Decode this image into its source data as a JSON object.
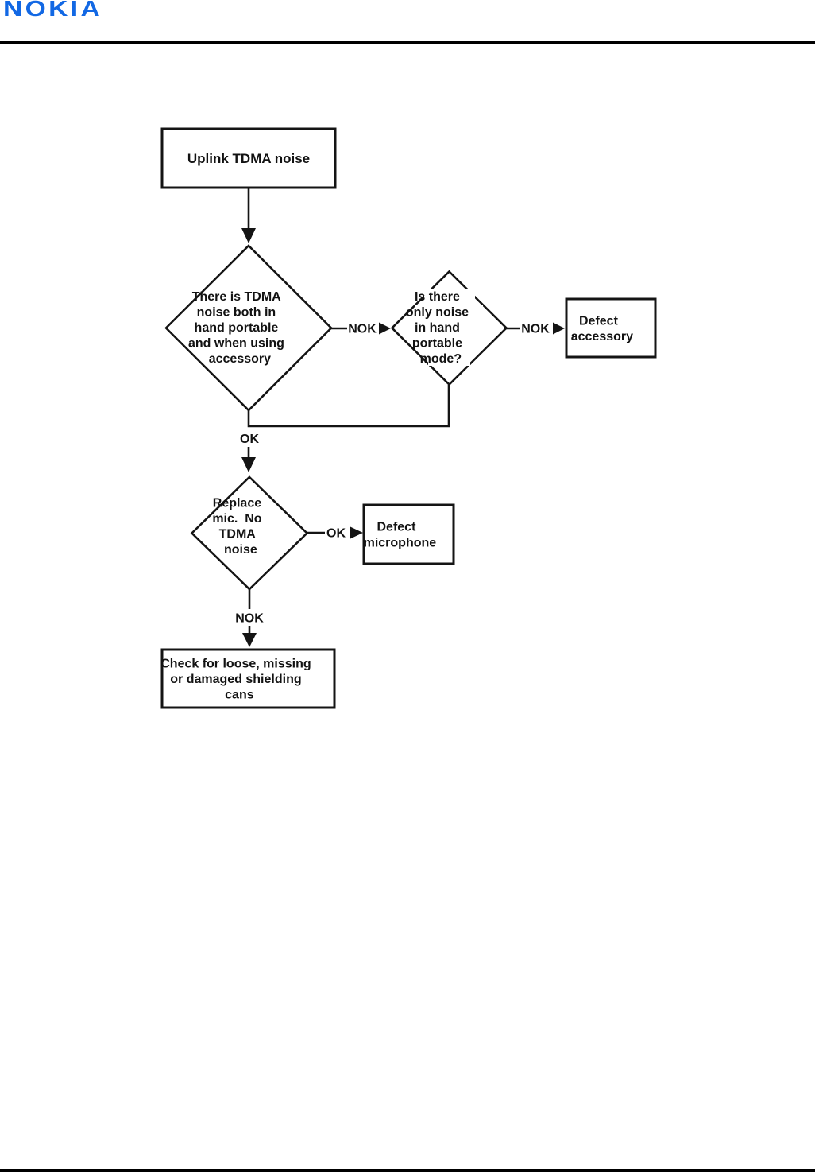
{
  "header": {
    "logo": "NOKIA"
  },
  "colors": {
    "logo_blue": "#1268e4",
    "line_color": "#141414"
  },
  "flowchart": {
    "start": {
      "label": "Uplink TDMA noise"
    },
    "decision_tdma_both": {
      "lines": [
        "There is TDMA",
        "noise both in",
        "hand portable",
        "and when using",
        "accessory"
      ]
    },
    "decision_only_hand": {
      "lines": [
        "Is there",
        "only noise",
        "in hand",
        "portable",
        "mode?"
      ]
    },
    "defect_accessory": {
      "lines": [
        "Defect",
        "accessory"
      ]
    },
    "decision_replace_mic": {
      "lines": [
        "Replace",
        "mic.  No",
        "TDMA",
        "noise"
      ]
    },
    "defect_microphone": {
      "lines": [
        "Defect",
        "microphone"
      ]
    },
    "check_cans": {
      "lines": [
        "Check for loose, missing",
        "or damaged shielding",
        "cans"
      ]
    },
    "edge_labels": {
      "nok_1": "NOK",
      "nok_2": "NOK",
      "ok_1": "OK",
      "ok_2": "OK",
      "nok_3": "NOK"
    }
  }
}
